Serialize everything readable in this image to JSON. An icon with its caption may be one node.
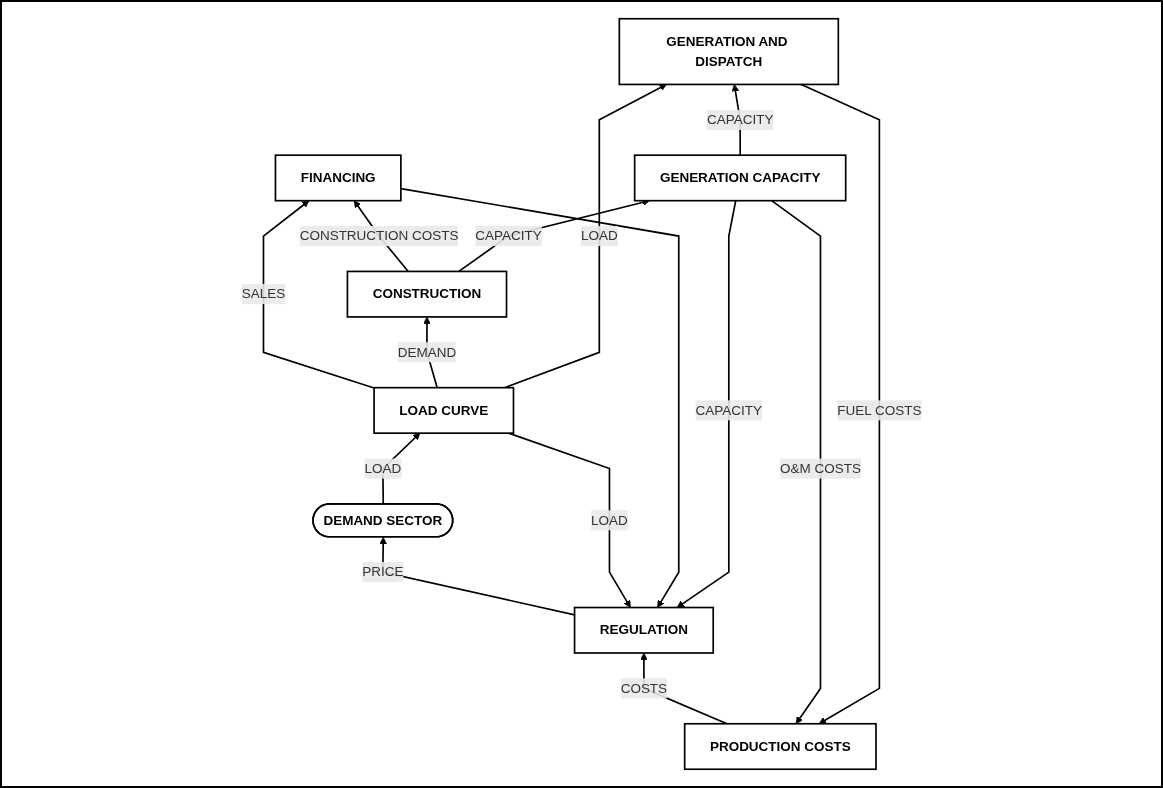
{
  "diagram": {
    "nodes": [
      {
        "text": [
          "PRODUCTION COSTS"
        ]
      },
      {
        "text": [
          "REGULATION"
        ]
      },
      {
        "text": [
          "DEMAND SECTOR"
        ]
      },
      {
        "text": [
          "GENERATION AND DISPATCH"
        ]
      },
      {
        "text": [
          "FINANCING"
        ]
      },
      {
        "text": [
          "LOAD CURVE"
        ]
      },
      {
        "text": [
          "GENERATION CAPACITY"
        ]
      },
      {
        "text": [
          "CONSTRUCTION"
        ]
      }
    ],
    "edges": [
      {
        "from": 0,
        "to": 1,
        "arrow": "to",
        "label": "COSTS"
      },
      {
        "from": 1,
        "to": 2,
        "arrow": "to",
        "label": "PRICE"
      },
      {
        "from": 2,
        "to": 5,
        "arrow": "to",
        "label": "LOAD"
      },
      {
        "from": 3,
        "to": 0,
        "arrow": "to",
        "label": "FUEL COSTS"
      },
      {
        "from": 6,
        "to": 0,
        "arrow": "to",
        "label": "O&M COSTS"
      },
      {
        "from": 6,
        "to": 1,
        "arrow": "to",
        "label": "CAPACITY"
      },
      {
        "from": 4,
        "to": 1,
        "arrow": "to"
      },
      {
        "from": 5,
        "to": 1,
        "arrow": "to",
        "label": "LOAD"
      },
      {
        "from": 5,
        "to": 4,
        "arrow": "to",
        "label": "SALES"
      },
      {
        "from": 7,
        "to": 4,
        "arrow": "to",
        "label": "CONSTRUCTION COSTS"
      },
      {
        "from": 5,
        "to": 7,
        "arrow": "to",
        "label": "DEMAND"
      },
      {
        "from": 6,
        "to": 3,
        "arrow": "to",
        "label": "CAPACITY"
      },
      {
        "from": 7,
        "to": 6,
        "arrow": "to",
        "label": "CAPACITY"
      },
      {
        "from": 5,
        "to": 3,
        "arrow": "to",
        "label": "LOAD"
      }
    ]
  }
}
